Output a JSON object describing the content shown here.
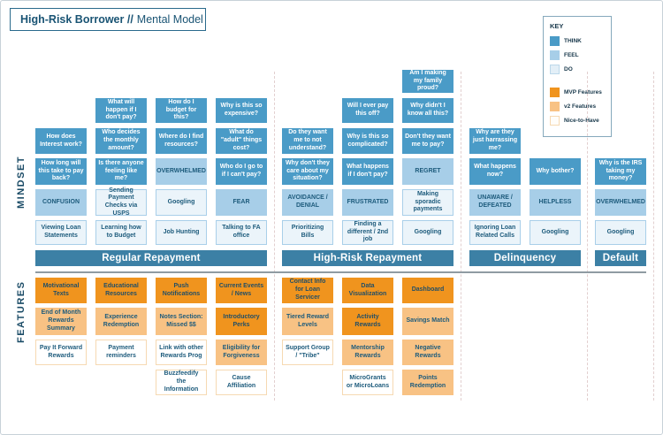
{
  "title": {
    "bold": "High-Risk Borrower //",
    "regular": "Mental Model"
  },
  "key": {
    "heading": "KEY",
    "items": [
      {
        "label": "THINK",
        "type": "think"
      },
      {
        "label": "FEEL",
        "type": "feel"
      },
      {
        "label": "DO",
        "type": "do"
      },
      {
        "label": "MVP Features",
        "type": "mvp"
      },
      {
        "label": "v2 Features",
        "type": "v2"
      },
      {
        "label": "Nice-to-Have",
        "type": "nth"
      }
    ]
  },
  "sections": {
    "mindset": "MINDSET",
    "features": "FEATURES"
  },
  "phases": [
    {
      "label": "Regular Repayment",
      "col_start": 1,
      "col_span": 4
    },
    {
      "label": "High-Risk Repayment",
      "col_start": 5,
      "col_span": 3
    },
    {
      "label": "Delinquency",
      "col_start": 8,
      "col_span": 2
    },
    {
      "label": "Default",
      "col_start": 10,
      "col_span": 1
    }
  ],
  "mindset": {
    "boxes": [
      {
        "text": "Am I making my family proud?",
        "type": "think",
        "col": 7,
        "row": 1
      },
      {
        "text": "What will happen if I don't pay?",
        "type": "think",
        "col": 2,
        "row": 2
      },
      {
        "text": "How do I budget for this?",
        "type": "think",
        "col": 3,
        "row": 2
      },
      {
        "text": "Why is this so expensive?",
        "type": "think",
        "col": 4,
        "row": 2
      },
      {
        "text": "Will I ever pay this off?",
        "type": "think",
        "col": 6,
        "row": 2
      },
      {
        "text": "Why didn't I know all this?",
        "type": "think",
        "col": 7,
        "row": 2
      },
      {
        "text": "How does Interest work?",
        "type": "think",
        "col": 1,
        "row": 3
      },
      {
        "text": "Who decides the monthly amount?",
        "type": "think",
        "col": 2,
        "row": 3
      },
      {
        "text": "Where do I find resources?",
        "type": "think",
        "col": 3,
        "row": 3
      },
      {
        "text": "What do \"adult\" things cost?",
        "type": "think",
        "col": 4,
        "row": 3
      },
      {
        "text": "Do they want me to not understand?",
        "type": "think",
        "col": 5,
        "row": 3
      },
      {
        "text": "Why is this so complicated?",
        "type": "think",
        "col": 6,
        "row": 3
      },
      {
        "text": "Don't they want me to pay?",
        "type": "think",
        "col": 7,
        "row": 3
      },
      {
        "text": "Why are they just harrassing me?",
        "type": "think",
        "col": 8,
        "row": 3
      },
      {
        "text": "How long will this take to pay back?",
        "type": "think",
        "col": 1,
        "row": 4
      },
      {
        "text": "Is there anyone feeling like me?",
        "type": "think",
        "col": 2,
        "row": 4
      },
      {
        "text": "OVERWHELMED",
        "type": "feel",
        "col": 3,
        "row": 4
      },
      {
        "text": "Who do I go to if I can't pay?",
        "type": "think",
        "col": 4,
        "row": 4
      },
      {
        "text": "Why don't they care about my situation?",
        "type": "think",
        "col": 5,
        "row": 4
      },
      {
        "text": "What happens if I don't pay?",
        "type": "think",
        "col": 6,
        "row": 4
      },
      {
        "text": "REGRET",
        "type": "feel",
        "col": 7,
        "row": 4
      },
      {
        "text": "What happens now?",
        "type": "think",
        "col": 8,
        "row": 4
      },
      {
        "text": "Why bother?",
        "type": "think",
        "col": 9,
        "row": 4
      },
      {
        "text": "Why is the IRS taking my money?",
        "type": "think",
        "col": 10,
        "row": 4
      },
      {
        "text": "CONFUSION",
        "type": "feel",
        "col": 1,
        "row": 5
      },
      {
        "text": "Sending Payment Checks via USPS",
        "type": "do",
        "col": 2,
        "row": 5
      },
      {
        "text": "Googling",
        "type": "do",
        "col": 3,
        "row": 5
      },
      {
        "text": "FEAR",
        "type": "feel",
        "col": 4,
        "row": 5
      },
      {
        "text": "AVOIDANCE / DENIAL",
        "type": "feel",
        "col": 5,
        "row": 5
      },
      {
        "text": "FRUSTRATED",
        "type": "feel",
        "col": 6,
        "row": 5
      },
      {
        "text": "Making sporadic payments",
        "type": "do",
        "col": 7,
        "row": 5
      },
      {
        "text": "UNAWARE / DEFEATED",
        "type": "feel",
        "col": 8,
        "row": 5
      },
      {
        "text": "HELPLESS",
        "type": "feel",
        "col": 9,
        "row": 5
      },
      {
        "text": "OVERWHELMED",
        "type": "feel",
        "col": 10,
        "row": 5
      },
      {
        "text": "Viewing Loan Statements",
        "type": "do",
        "col": 1,
        "row": 6
      },
      {
        "text": "Learning how to Budget",
        "type": "do",
        "col": 2,
        "row": 6
      },
      {
        "text": "Job Hunting",
        "type": "do",
        "col": 3,
        "row": 6
      },
      {
        "text": "Talking to FA office",
        "type": "do",
        "col": 4,
        "row": 6
      },
      {
        "text": "Prioritizing Bills",
        "type": "do",
        "col": 5,
        "row": 6
      },
      {
        "text": "Finding a different / 2nd job",
        "type": "do",
        "col": 6,
        "row": 6
      },
      {
        "text": "Googling",
        "type": "do",
        "col": 7,
        "row": 6
      },
      {
        "text": "Ignoring Loan Related Calls",
        "type": "do",
        "col": 8,
        "row": 6
      },
      {
        "text": "Googling",
        "type": "do",
        "col": 9,
        "row": 6
      },
      {
        "text": "Googling",
        "type": "do",
        "col": 10,
        "row": 6
      }
    ]
  },
  "features": {
    "boxes": [
      {
        "text": "Motivational Texts",
        "type": "mvp",
        "col": 1,
        "row": 1
      },
      {
        "text": "Educational Resources",
        "type": "mvp",
        "col": 2,
        "row": 1
      },
      {
        "text": "Push Notifications",
        "type": "mvp",
        "col": 3,
        "row": 1
      },
      {
        "text": "Current Events / News",
        "type": "mvp",
        "col": 4,
        "row": 1
      },
      {
        "text": "Contact Info for Loan Servicer",
        "type": "mvp",
        "col": 5,
        "row": 1
      },
      {
        "text": "Data Visualization",
        "type": "mvp",
        "col": 6,
        "row": 1
      },
      {
        "text": "Dashboard",
        "type": "mvp",
        "col": 7,
        "row": 1
      },
      {
        "text": "End of Month Rewards Summary",
        "type": "v2",
        "col": 1,
        "row": 2
      },
      {
        "text": "Experience Redemption",
        "type": "v2",
        "col": 2,
        "row": 2
      },
      {
        "text": "Notes Section: Missed $$",
        "type": "v2",
        "col": 3,
        "row": 2
      },
      {
        "text": "Introductory Perks",
        "type": "mvp",
        "col": 4,
        "row": 2
      },
      {
        "text": "Tiered Reward Levels",
        "type": "v2",
        "col": 5,
        "row": 2
      },
      {
        "text": "Activity Rewards",
        "type": "mvp",
        "col": 6,
        "row": 2
      },
      {
        "text": "Savings Match",
        "type": "v2",
        "col": 7,
        "row": 2
      },
      {
        "text": "Pay It Forward Rewards",
        "type": "nth",
        "col": 1,
        "row": 3
      },
      {
        "text": "Payment reminders",
        "type": "nth",
        "col": 2,
        "row": 3
      },
      {
        "text": "Link with other Rewards Prog",
        "type": "nth",
        "col": 3,
        "row": 3
      },
      {
        "text": "Eligibility for Forgiveness",
        "type": "v2",
        "col": 4,
        "row": 3
      },
      {
        "text": "Support Group / \"Tribe\"",
        "type": "nth",
        "col": 5,
        "row": 3
      },
      {
        "text": "Mentorship Rewards",
        "type": "v2",
        "col": 6,
        "row": 3
      },
      {
        "text": "Negative Rewards",
        "type": "v2",
        "col": 7,
        "row": 3
      },
      {
        "text": "Buzzfeedify the Information",
        "type": "nth",
        "col": 3,
        "row": 4
      },
      {
        "text": "Cause Affiliation",
        "type": "nth",
        "col": 4,
        "row": 4
      },
      {
        "text": "MicroGrants or MicroLoans",
        "type": "nth",
        "col": 6,
        "row": 4
      },
      {
        "text": "Points Redemption",
        "type": "v2",
        "col": 7,
        "row": 4
      }
    ]
  },
  "colors": {
    "think": "#4a9bc7",
    "feel": "#a7cee8",
    "do": "#ebf4fa",
    "mvp": "#f0941e",
    "v2": "#f8c284",
    "nice_to_have_border": "#f6d9b2",
    "phase_bar": "#3c80a5",
    "dark_text": "#1d5b7c",
    "title_text": "#1a5474"
  }
}
